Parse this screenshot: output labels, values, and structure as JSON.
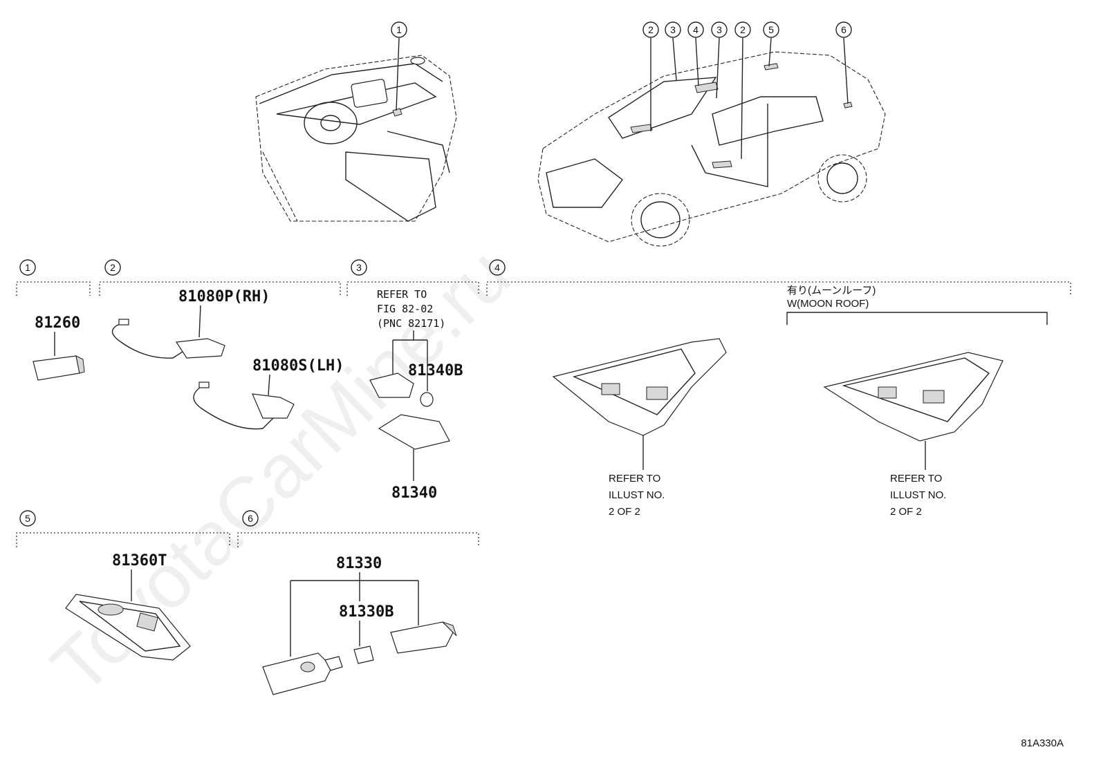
{
  "callouts": {
    "c1": "1",
    "c2": "2",
    "c3": "3",
    "c4": "4",
    "c5": "5",
    "c6": "6"
  },
  "sections": {
    "s1": {
      "number": "1",
      "part": "81260"
    },
    "s2": {
      "number": "2",
      "part_rh": "81080P(RH)",
      "part_lh": "81080S(LH)"
    },
    "s3": {
      "number": "3",
      "refer_line1": "REFER TO",
      "refer_line2": "FIG 82-02",
      "refer_line3": "(PNC 82171)",
      "part_bulb": "81340B",
      "part_lamp": "81340"
    },
    "s4": {
      "number": "4",
      "jp_label": "有り(ムーンルーフ)",
      "en_label": "W(MOON ROOF)",
      "note_left": [
        "REFER TO",
        "ILLUST NO.",
        "2 OF 2"
      ],
      "note_right": [
        "REFER TO",
        "ILLUST NO.",
        "2 OF 2"
      ]
    },
    "s5": {
      "number": "5",
      "part": "81360T"
    },
    "s6": {
      "number": "6",
      "part": "81330",
      "part_bulb": "81330B"
    }
  },
  "watermark": "ToyotaCarMine.ru",
  "diagram_id": "81A330A"
}
